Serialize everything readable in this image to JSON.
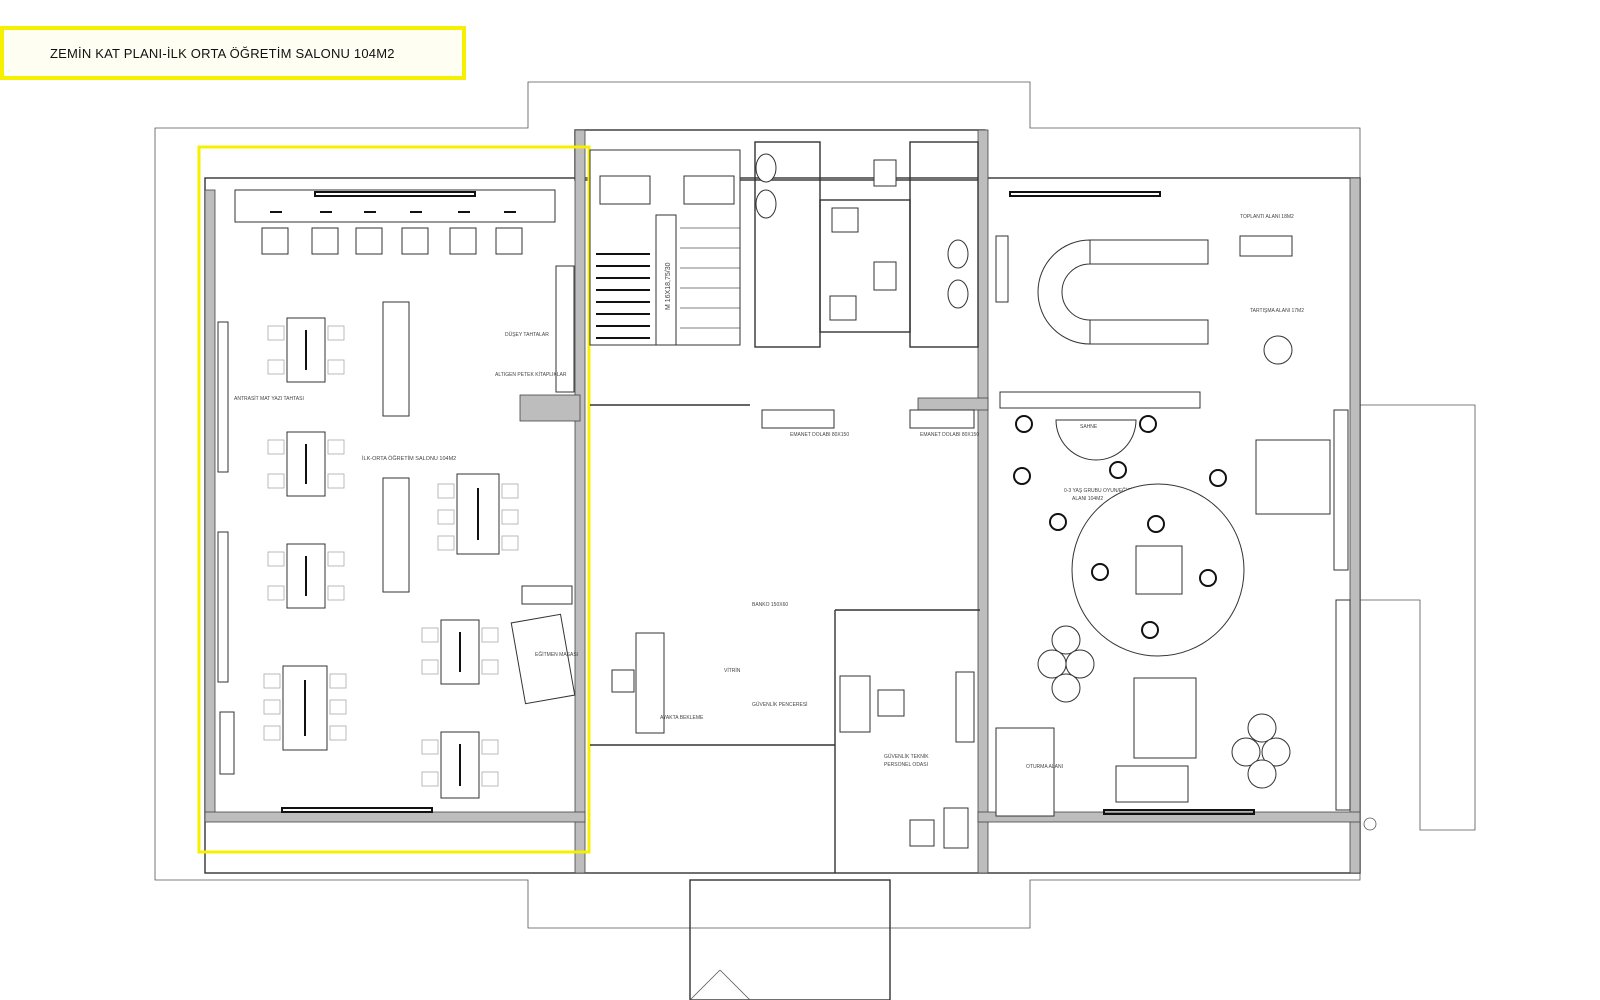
{
  "title": "ZEMİN KAT PLANI-İLK ORTA ÖĞRETİM SALONU 104M2",
  "labels": {
    "main_room": "İLK-ORTA ÖĞRETİM SALONU 104M2",
    "play_room_1": "0-3 YAŞ GRUBU OYUN/EĞİTİM",
    "play_room_2": "ALANI 104M2",
    "stair": "M 16X18,75/30",
    "stage": "SAHNE",
    "staff_1": "GÜVENLİK TEKNİK",
    "staff_2": "PERSONEL ODASI",
    "locker_left": "EMANET DOLABI 80X150",
    "locker_right": "EMANET DOLABI 80X150",
    "shelves": "DÜŞEY TAHTALAR",
    "board": "ANTRASİT MAT YAZI TAHTASI",
    "hex": "ALTIGEN PETEK KİTAPLIKLAR",
    "desk": "BANKO 150X60",
    "vitrin": "VİTRİN",
    "glass": "GÜVENLİK PENCERESİ",
    "stand": "AYAKTA BEKLEME",
    "meeting": "TOPLANTI ALANI 18M2",
    "circle_area": "TARTIŞMA ALANI 17M2",
    "sitting": "OTURMA ALANI",
    "teacher": "EĞİTMEN MASASI"
  },
  "colors": {
    "highlight": "#f5f000",
    "wall": "#333333",
    "hatch": "#bdbdbd"
  }
}
